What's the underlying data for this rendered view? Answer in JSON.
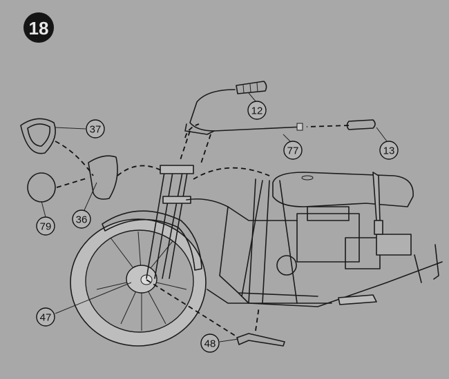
{
  "step_number": "18",
  "parts": {
    "grip_left": "12",
    "headlight_rim": "37",
    "handlebar": "77",
    "grip_right": "13",
    "headlight_shell": "36",
    "headlight_lens": "79",
    "hub": "47",
    "footrest": "48"
  },
  "colors": {
    "background": "#a8a8a8",
    "ink": "#1a1a1a",
    "badge": "#151515"
  }
}
